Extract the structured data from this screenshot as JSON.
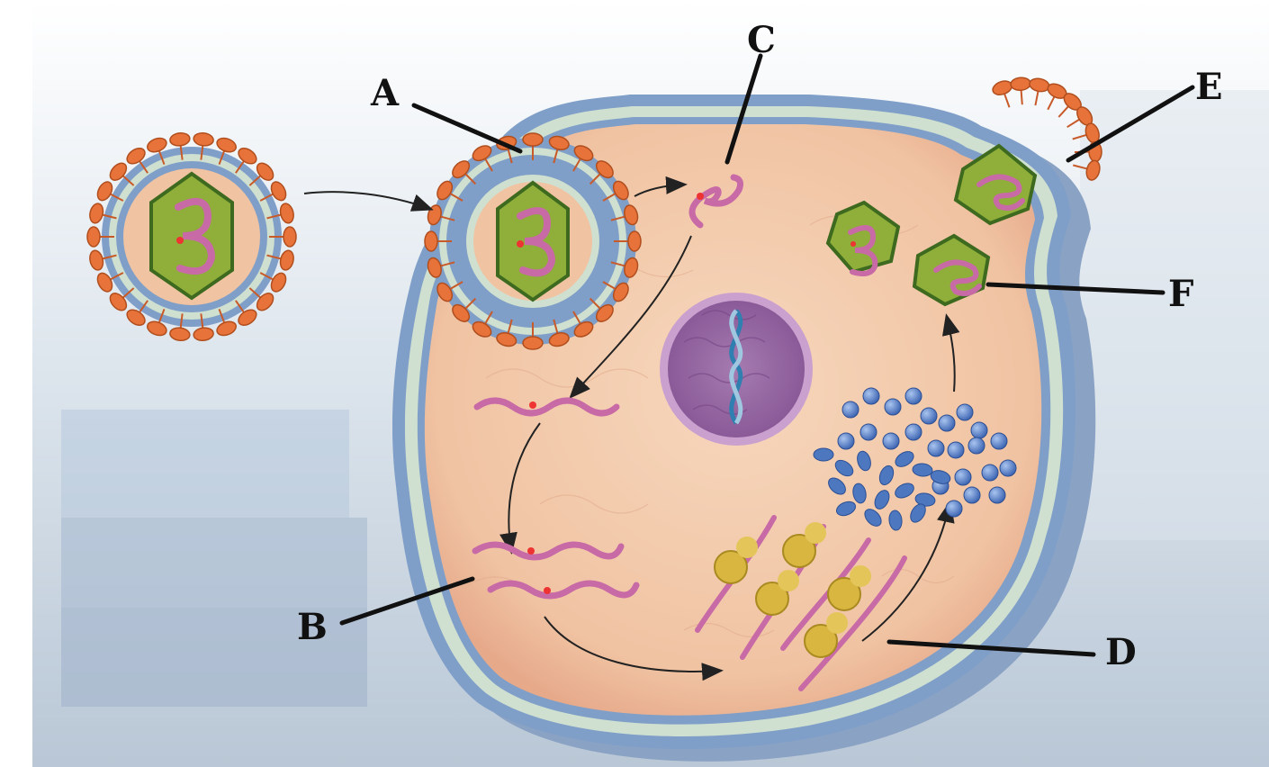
{
  "labels": {
    "a": "A",
    "b": "B",
    "c": "C",
    "d": "D",
    "e": "E",
    "f": "F"
  },
  "colors": {
    "background": "#c9d6e3",
    "cytoplasm": "#f2c9a8",
    "membrane_outer": "#7f9fc8",
    "membrane_inner": "#cfe0d0",
    "spike": "#e8733a",
    "capsid": "#8fae3a",
    "rna": "#c86aa6",
    "nucleus": "#9b6fa6",
    "protein": "#4d78c0",
    "ribosome": "#d9b640"
  },
  "icons": {
    "free_virion": "enveloped-virus-icon",
    "entering_virion": "endocytosed-virus-icon",
    "released_rna": "viral-rna-icon",
    "nucleus": "nucleus-with-dna-icon",
    "ribosome": "ribosome-icon",
    "protein": "viral-protein-icon",
    "capsid": "capsid-icon",
    "budding": "budding-virus-icon"
  }
}
